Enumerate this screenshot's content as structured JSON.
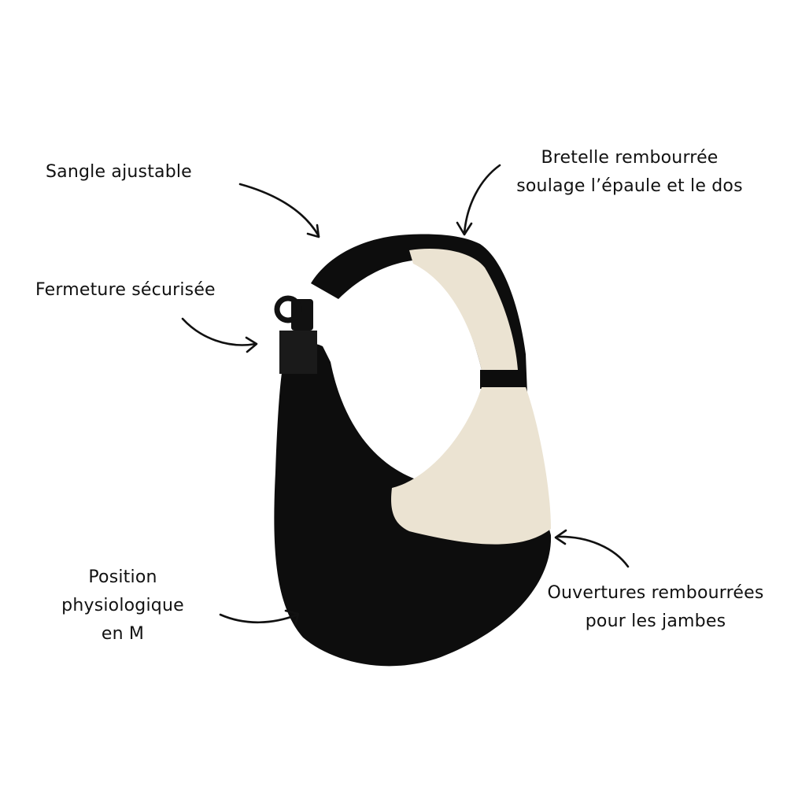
{
  "product": {
    "name": "baby-sling-carrier",
    "colors": {
      "outer_fabric": "#0d0d0d",
      "inner_lining": "#ebe3d2",
      "background": "#ffffff",
      "text": "#111111"
    }
  },
  "annotations": [
    {
      "id": "strap",
      "text": "Sangle ajustable",
      "arrow_icon": "curved-arrow-down-right"
    },
    {
      "id": "shoulder",
      "lines": [
        "Bretelle rembourrée",
        "soulage l’épaule et le dos"
      ],
      "arrow_icon": "curved-arrow-down"
    },
    {
      "id": "buckle",
      "text": "Fermeture sécurisée",
      "arrow_icon": "curved-arrow-right"
    },
    {
      "id": "position",
      "lines": [
        "Position",
        "physiologique",
        "en M"
      ],
      "arrow_icon": "curved-arrow-right-up"
    },
    {
      "id": "legs",
      "lines": [
        "Ouvertures rembourrées",
        "pour les jambes"
      ],
      "arrow_icon": "curved-arrow-left"
    }
  ]
}
